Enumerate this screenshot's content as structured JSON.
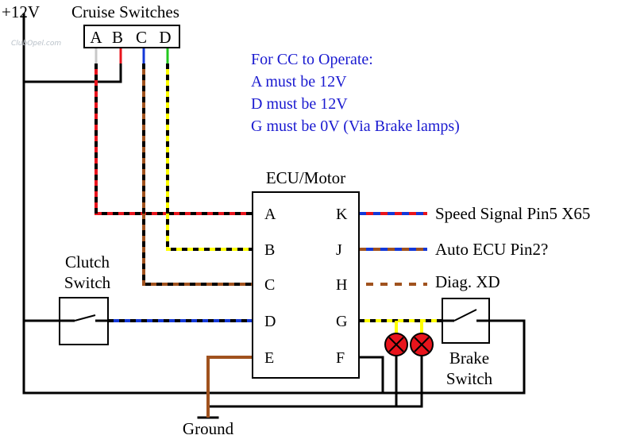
{
  "watermark": "ClubOpel.com",
  "supply_label": "+12V",
  "cruise_switches": {
    "title": "Cruise Switches",
    "terminals": [
      "A",
      "B",
      "C",
      "D"
    ]
  },
  "notes": {
    "color": "#1a1ad0",
    "lines": [
      "For CC to Operate:",
      "A must be 12V",
      "D must be 12V",
      "G must be 0V (Via Brake lamps)"
    ]
  },
  "ecu": {
    "title": "ECU/Motor",
    "left_pins": [
      "A",
      "B",
      "C",
      "D",
      "E"
    ],
    "right_pins": [
      "K",
      "J",
      "H",
      "G",
      "F"
    ]
  },
  "outputs": {
    "k": "Speed Signal Pin5 X65",
    "j": "Auto ECU Pin2?",
    "h": "Diag. XD"
  },
  "clutch_switch": {
    "line1": "Clutch",
    "line2": "Switch"
  },
  "brake_switch": {
    "line1": "Brake",
    "line2": "Switch"
  },
  "ground_label": "Ground",
  "wire_colors": {
    "red": "#e8141c",
    "blue": "#1438d8",
    "brown": "#a0521e",
    "yellow": "#ffff00",
    "green": "#22c81e",
    "grey": "#c8c8c8",
    "white": "#ffffff",
    "black": "#000000"
  }
}
